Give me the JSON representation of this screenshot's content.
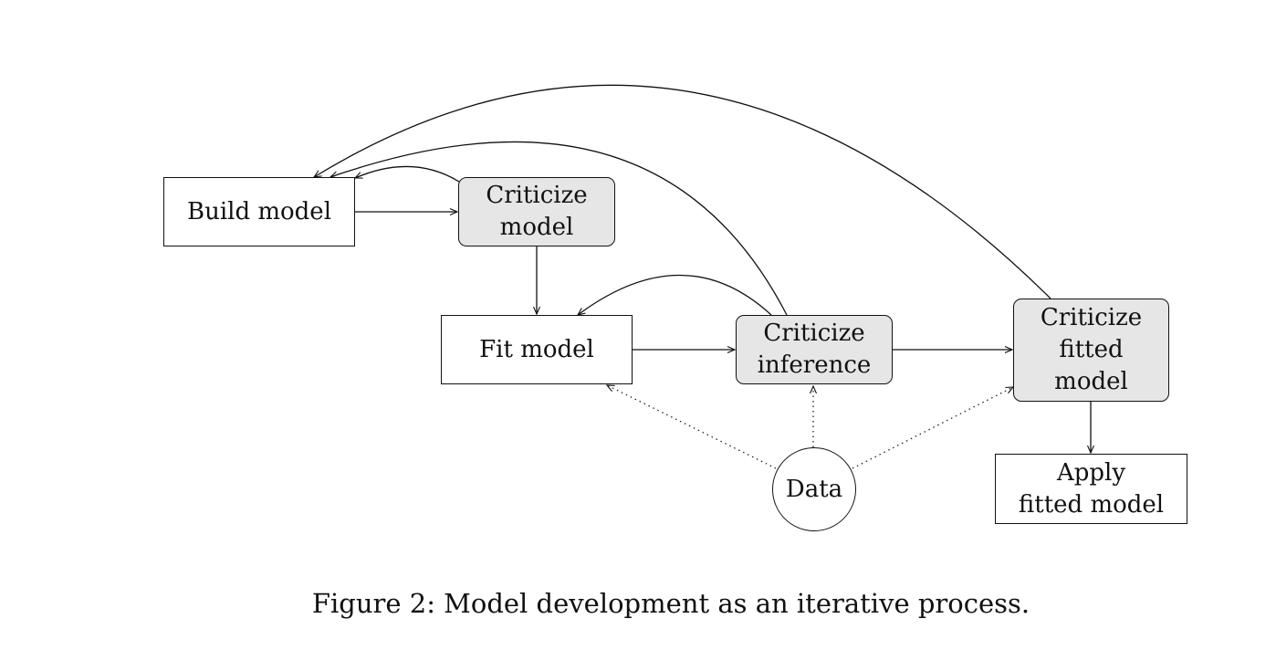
{
  "nodes": {
    "build_model": {
      "lines": [
        "Build model"
      ]
    },
    "criticize_model": {
      "lines": [
        "Criticize",
        "model"
      ]
    },
    "fit_model": {
      "lines": [
        "Fit model"
      ]
    },
    "criticize_inference": {
      "lines": [
        "Criticize",
        "inference"
      ]
    },
    "criticize_fitted_model": {
      "lines": [
        "Criticize",
        "fitted",
        "model"
      ]
    },
    "apply_fitted_model": {
      "lines": [
        "Apply",
        "fitted model"
      ]
    },
    "data": {
      "lines": [
        "Data"
      ]
    }
  },
  "edges": [
    {
      "from": "build_model",
      "to": "criticize_model",
      "style": "solid"
    },
    {
      "from": "criticize_model",
      "to": "fit_model",
      "style": "solid"
    },
    {
      "from": "fit_model",
      "to": "criticize_inference",
      "style": "solid"
    },
    {
      "from": "criticize_inference",
      "to": "criticize_fitted_model",
      "style": "solid"
    },
    {
      "from": "criticize_fitted_model",
      "to": "apply_fitted_model",
      "style": "solid"
    },
    {
      "from": "criticize_model",
      "to": "build_model",
      "style": "curved"
    },
    {
      "from": "criticize_inference",
      "to": "fit_model",
      "style": "curved"
    },
    {
      "from": "criticize_inference",
      "to": "build_model",
      "style": "curved"
    },
    {
      "from": "criticize_fitted_model",
      "to": "build_model",
      "style": "curved"
    },
    {
      "from": "data",
      "to": "fit_model",
      "style": "dotted"
    },
    {
      "from": "data",
      "to": "criticize_inference",
      "style": "dotted"
    },
    {
      "from": "data",
      "to": "criticize_fitted_model",
      "style": "dotted"
    }
  ],
  "caption": "Figure 2: Model development as an iterative process."
}
